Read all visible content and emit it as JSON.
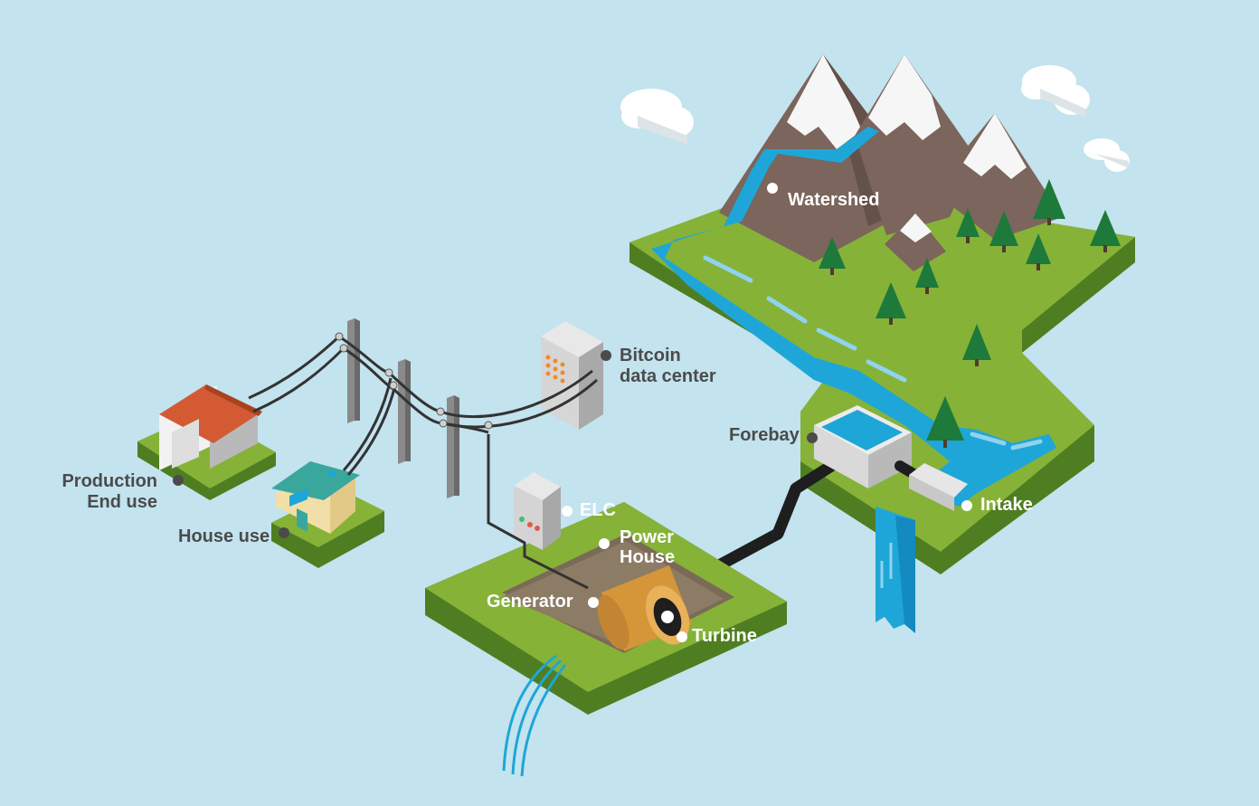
{
  "colors": {
    "background": "#c3e3ee",
    "grass": "#86b238",
    "grass_side": "#4f7e22",
    "water": "#1ea6d8",
    "water_light": "#8fd3ef",
    "mountain": "#7b655c",
    "snow": "#f6f6f6",
    "pipe": "#1e1e1e",
    "generator": "#d5963a",
    "roof_red": "#d45a33",
    "roof_teal": "#3aa79c",
    "label_dark": "#4b4b4b",
    "label_light": "#ffffff"
  },
  "labels": {
    "watershed": "Watershed",
    "bitcoin_line1": "Bitcoin",
    "bitcoin_line2": "data center",
    "forebay": "Forebay",
    "intake": "Intake",
    "elc": "ELC",
    "power_line1": "Power",
    "power_line2": "House",
    "generator": "Generator",
    "turbine": "Turbine",
    "production_line1": "Production",
    "production_line2": "End use",
    "house_use": "House use"
  }
}
